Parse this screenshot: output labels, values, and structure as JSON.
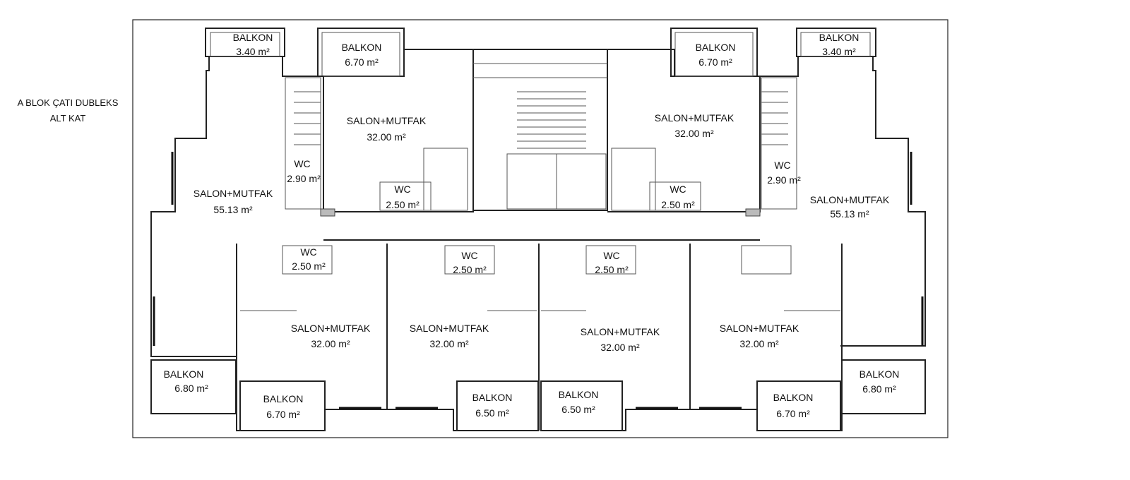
{
  "title": {
    "line1": "A BLOK ÇATI DUBLEKS",
    "line2": "ALT KAT"
  },
  "rooms": {
    "balkon_tl_small": {
      "name": "BALKON",
      "area": "3.40 m²"
    },
    "balkon_tl": {
      "name": "BALKON",
      "area": "6.70 m²"
    },
    "balkon_tr": {
      "name": "BALKON",
      "area": "6.70 m²"
    },
    "balkon_tr_small": {
      "name": "BALKON",
      "area": "3.40 m²"
    },
    "salon_tl": {
      "name": "SALON+MUTFAK",
      "area": "32.00 m²"
    },
    "salon_tr": {
      "name": "SALON+MUTFAK",
      "area": "32.00 m²"
    },
    "wc_tl_stair": {
      "name": "WC",
      "area": "2.90 m²"
    },
    "wc_tl": {
      "name": "WC",
      "area": "2.50 m²"
    },
    "wc_tr": {
      "name": "WC",
      "area": "2.50 m²"
    },
    "wc_tr_stair": {
      "name": "WC",
      "area": "2.90 m²"
    },
    "salon_left": {
      "name": "SALON+MUTFAK",
      "area": "55.13 m²"
    },
    "salon_right": {
      "name": "SALON+MUTFAK",
      "area": "55.13 m²"
    },
    "wc_b1": {
      "name": "WC",
      "area": "2.50 m²"
    },
    "wc_b2": {
      "name": "WC",
      "area": "2.50 m²"
    },
    "wc_b3": {
      "name": "WC",
      "area": "2.50 m²"
    },
    "salon_b1": {
      "name": "SALON+MUTFAK",
      "area": "32.00 m²"
    },
    "salon_b2": {
      "name": "SALON+MUTFAK",
      "area": "32.00 m²"
    },
    "salon_b3": {
      "name": "SALON+MUTFAK",
      "area": "32.00 m²"
    },
    "salon_b4": {
      "name": "SALON+MUTFAK",
      "area": "32.00 m²"
    },
    "balkon_bl": {
      "name": "BALKON",
      "area": "6.80 m²"
    },
    "balkon_b1": {
      "name": "BALKON",
      "area": "6.70 m²"
    },
    "balkon_b2": {
      "name": "BALKON",
      "area": "6.50 m²"
    },
    "balkon_b3": {
      "name": "BALKON",
      "area": "6.50 m²"
    },
    "balkon_b4": {
      "name": "BALKON",
      "area": "6.70 m²"
    },
    "balkon_br": {
      "name": "BALKON",
      "area": "6.80 m²"
    }
  }
}
